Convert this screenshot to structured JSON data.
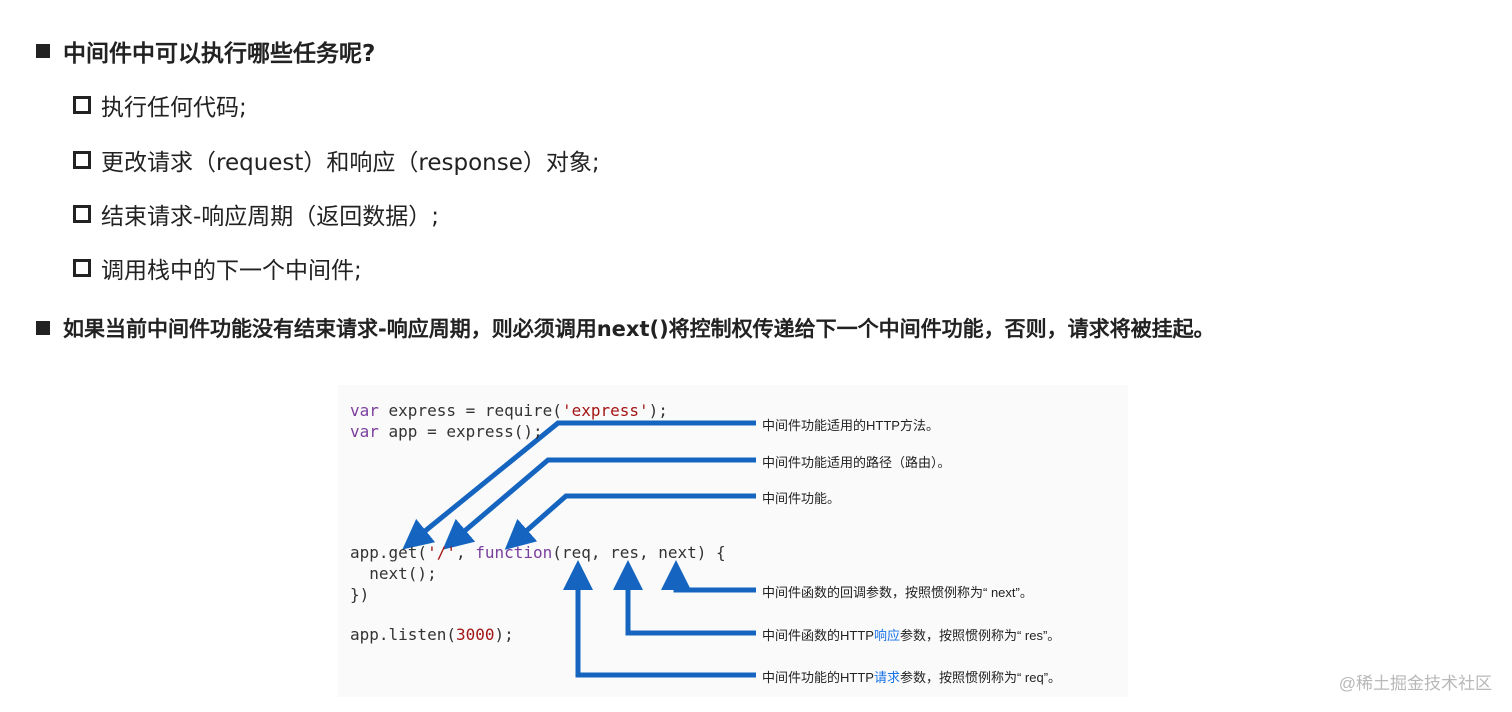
{
  "heading1": "中间件中可以执行哪些任务呢?",
  "tasks": [
    "执行任何代码;",
    "更改请求（request）和响应（response）对象;",
    "结束请求-响应周期（返回数据）;",
    "调用栈中的下一个中间件;"
  ],
  "heading2": "如果当前中间件功能没有结束请求-响应周期，则必须调用next()将控制权传递给下一个中间件功能，否则，请求将被挂起。",
  "code": {
    "line1_a": "var",
    "line1_b": " express = require(",
    "line1_c": "'express'",
    "line1_d": ");",
    "line2_a": "var",
    "line2_b": " app = express();",
    "line3_a": "app.get(",
    "line3_b": "'/'",
    "line3_c": ", ",
    "line3_d": "function",
    "line3_e": "(req, res, next) {",
    "line4": "  next();",
    "line5": "})",
    "line6_a": "app.listen(",
    "line6_b": "3000",
    "line6_c": ");"
  },
  "annotations": {
    "method": "中间件功能适用的HTTP方法。",
    "path": "中间件功能适用的路径（路由）。",
    "func": "中间件功能。",
    "next": "中间件函数的回调参数，按照惯例称为“ next”。",
    "res_pre": "中间件函数的HTTP",
    "res_hl": "响应",
    "res_post": "参数，按照惯例称为“ res”。",
    "req_pre": "中间件功能的HTTP",
    "req_hl": "请求",
    "req_post": "参数，按照惯例称为“ req”。"
  },
  "watermark": "@稀土掘金技术社区",
  "colors": {
    "arrow": "#1565c0",
    "highlight": "#1a73e8",
    "keyword": "#7a3e9d",
    "string": "#a31515"
  }
}
